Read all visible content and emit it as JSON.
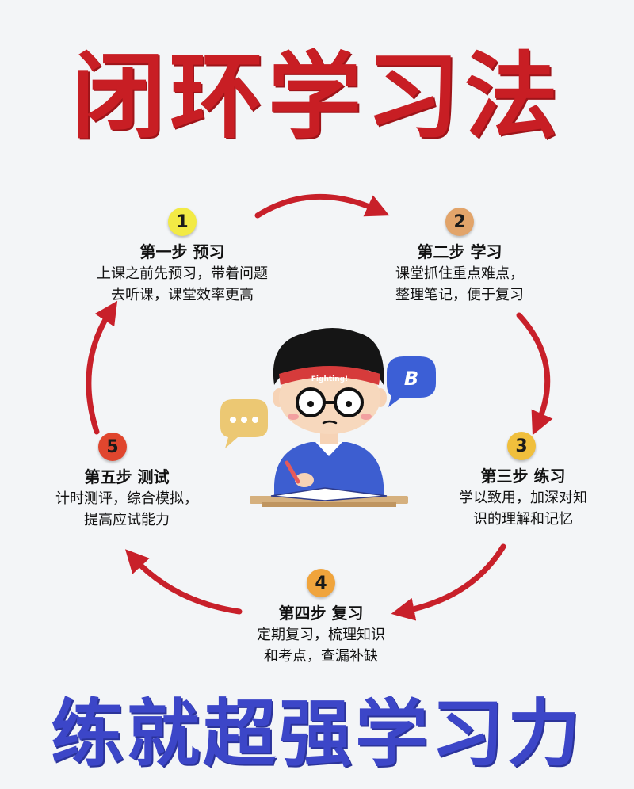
{
  "title": "闭环学习法",
  "footer": "练就超强学习力",
  "colors": {
    "title": "#c81e24",
    "footer": "#3c46c8",
    "arrow": "#c8202a",
    "badge1": "#f2ea45",
    "badge2": "#e2a46a",
    "badge3": "#f0bf3c",
    "badge4": "#f0a43c",
    "badge5": "#e0462e"
  },
  "illustration": {
    "headband_text": "Fighting!",
    "bubble_right_letter": "B",
    "bubble_left_icon": "ellipsis-icon"
  },
  "steps": [
    {
      "number": "1",
      "title": "第一步 预习",
      "desc": [
        "上课之前先预习，带着问题",
        "去听课，课堂效率更高"
      ]
    },
    {
      "number": "2",
      "title": "第二步 学习",
      "desc": [
        "课堂抓住重点难点，",
        "整理笔记，便于复习"
      ]
    },
    {
      "number": "3",
      "title": "第三步 练习",
      "desc": [
        "学以致用，加深对知",
        "识的理解和记忆"
      ]
    },
    {
      "number": "4",
      "title": "第四步 复习",
      "desc": [
        "定期复习，梳理知识",
        "和考点，查漏补缺"
      ]
    },
    {
      "number": "5",
      "title": "第五步 测试",
      "desc": [
        "计时测评，综合模拟，",
        "提高应试能力"
      ]
    }
  ]
}
